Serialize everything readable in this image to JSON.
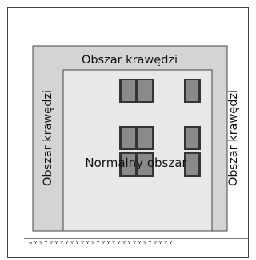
{
  "labels": {
    "edge_top": "Obszar krawędzi",
    "edge_left": "Obszar krawędzi",
    "edge_right": "Obszar krawędzi",
    "normal": "Normalny obszar"
  },
  "colors": {
    "frame": "#444444",
    "edge_zone": "#d4d4d4",
    "normal_zone": "#e8e8e8",
    "window_frame": "#333333",
    "window_glass": "#8a8a8a"
  }
}
